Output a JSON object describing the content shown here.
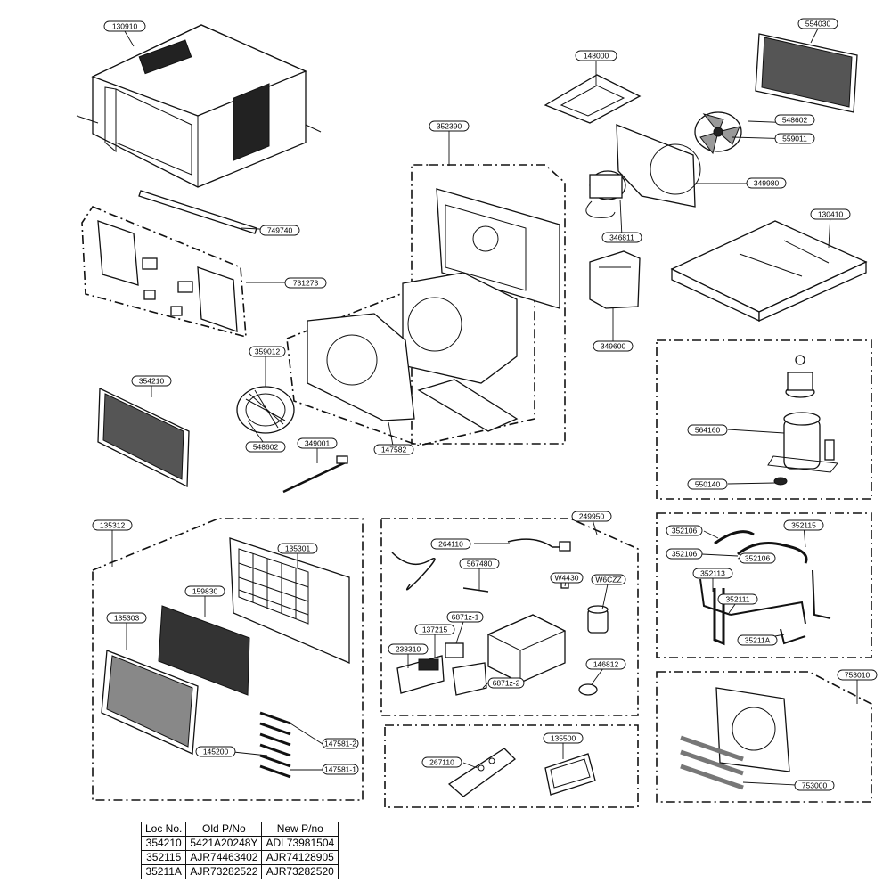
{
  "labels": {
    "l130910": "130910",
    "l554030": "554030",
    "l148000": "148000",
    "l548602a": "548602",
    "l559011": "559011",
    "l352390": "352390",
    "l349980": "349980",
    "l749740": "749740",
    "l346811": "346811",
    "l130410": "130410",
    "l731273": "731273",
    "l349600": "349600",
    "l359012": "359012",
    "l354210": "354210",
    "l548602b": "548602",
    "l349001": "349001",
    "l147582": "147582",
    "l564160": "564160",
    "l550140": "550140",
    "l135312": "135312",
    "l249950": "249950",
    "l352115": "352115",
    "l135301": "135301",
    "l264110": "264110",
    "l352106a": "352106",
    "l567480": "567480",
    "l352106b": "352106",
    "l352106c": "352106",
    "l159830": "159830",
    "l135303": "135303",
    "lW4430": "W4430",
    "l6CZZ": "W6CZZ",
    "l137215": "137215",
    "l6871z1": "6871z-1",
    "l352113": "352113",
    "l352111": "352111",
    "l238310": "238310",
    "l35211A": "35211A",
    "l146812": "146812",
    "l6871z2": "6871z-2",
    "l753010": "753010",
    "l145200": "145200",
    "l147581a": "147581-2",
    "l147581b": "147581-1",
    "l267110": "267110",
    "l135500": "135500",
    "l753000": "753000"
  },
  "table": {
    "headers": [
      "Loc No.",
      "Old P/No",
      "New P/no"
    ],
    "rows": [
      [
        "354210",
        "5421A20248Y",
        "ADL73981504"
      ],
      [
        "352115",
        "AJR74463402",
        "AJR74128905"
      ],
      [
        "35211A",
        "AJR73282522",
        "AJR73282520"
      ]
    ]
  }
}
